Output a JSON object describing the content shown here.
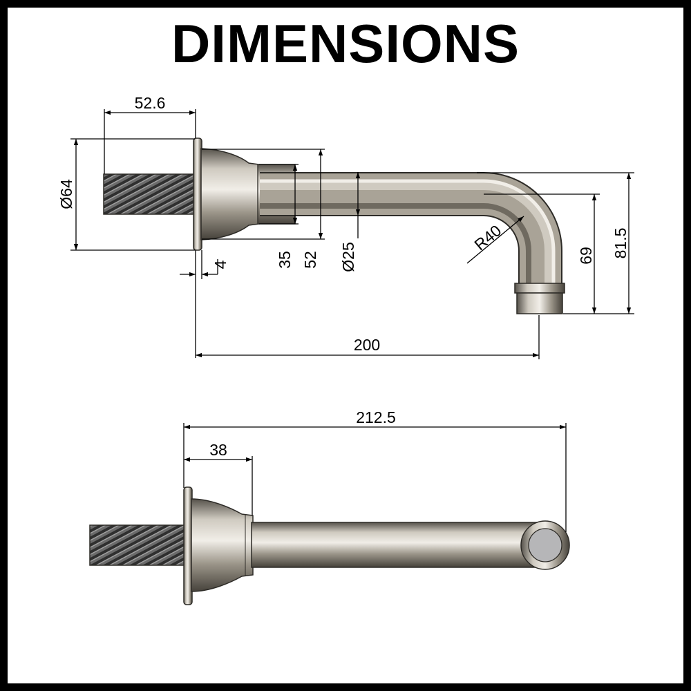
{
  "title": "DIMENSIONS",
  "colors": {
    "metal_light": "#e6e3dc",
    "metal_mid": "#a9a397",
    "metal_dark": "#5f5b52",
    "thread": "#4f4f4f",
    "outline": "#2d2b27",
    "frame": "#000000"
  },
  "side_view": {
    "dims": {
      "thread_length": "52.6",
      "flange_diameter": "Ø64",
      "flange_thickness": "4",
      "collar_35": "35",
      "collar_52": "52",
      "pipe_diameter": "Ø25",
      "bend_radius": "R40",
      "outlet_height_69": "69",
      "overall_height": "81.5",
      "projection": "200"
    }
  },
  "top_view": {
    "dims": {
      "overall_length": "212.5",
      "flange_to_collar": "38"
    }
  }
}
